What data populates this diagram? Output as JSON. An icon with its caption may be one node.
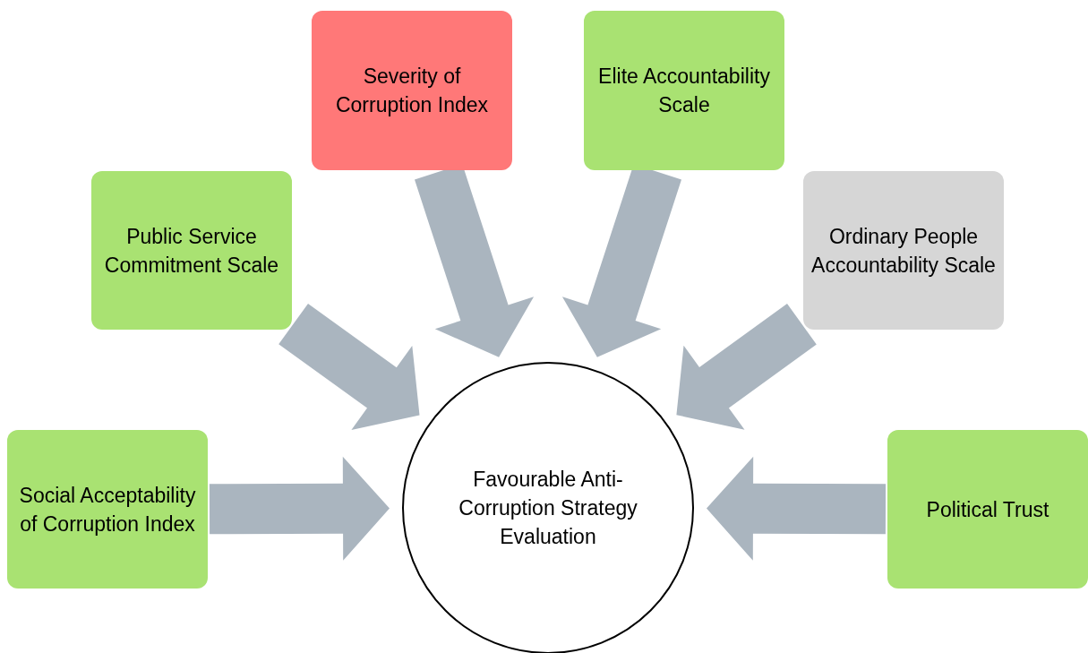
{
  "diagram": {
    "nodes": [
      {
        "text": [
          "Social Acceptability of Corruption Index"
        ]
      },
      {
        "text": [
          "Public Service Commitment Scale"
        ]
      },
      {
        "text": [
          "Severity of Corruption Index"
        ]
      },
      {
        "text": [
          "Elite Accountability Scale"
        ]
      },
      {
        "text": [
          "Ordinary People Accountability Scale"
        ]
      },
      {
        "text": [
          "Political Trust"
        ]
      },
      {
        "text": [
          "Favourable Anti-Corruption Strategy Evaluation"
        ]
      }
    ],
    "edges": [
      {
        "from": 0,
        "to": 6,
        "arrow": "to"
      },
      {
        "from": 1,
        "to": 6,
        "arrow": "to"
      },
      {
        "from": 2,
        "to": 6,
        "arrow": "to"
      },
      {
        "from": 3,
        "to": 6,
        "arrow": "to"
      },
      {
        "from": 4,
        "to": 6,
        "arrow": "to"
      },
      {
        "from": 5,
        "to": 6,
        "arrow": "to"
      }
    ]
  }
}
